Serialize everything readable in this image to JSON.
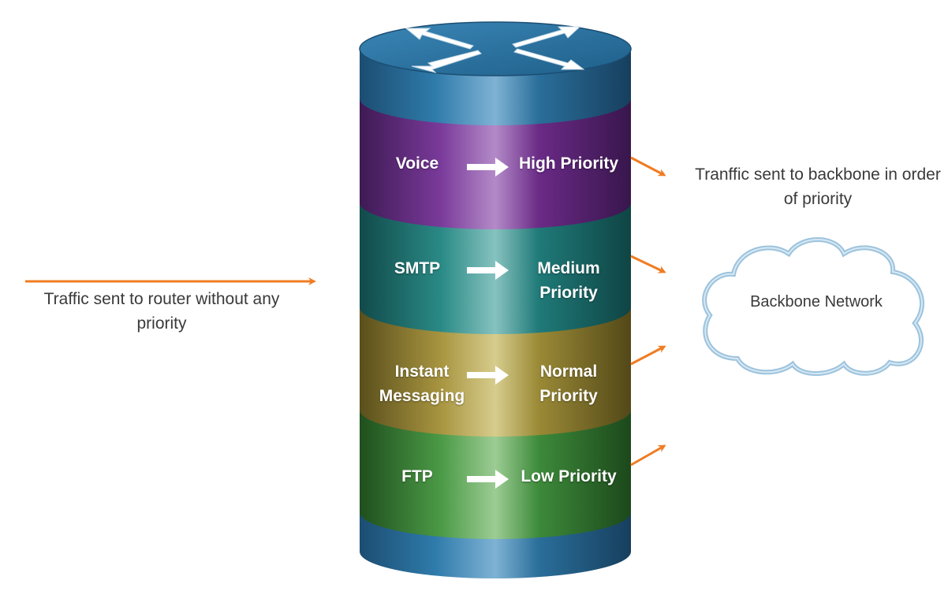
{
  "router": {
    "bands": [
      {
        "application": "Voice",
        "priority": "High Priority",
        "color": "#6a2a86"
      },
      {
        "application": "SMTP",
        "priority": "Medium Priority",
        "color": "#1f7a78"
      },
      {
        "application": "Instant Messaging",
        "priority": "Normal Priority",
        "color": "#9a8a36"
      },
      {
        "application": "FTP",
        "priority": "Low Priority",
        "color": "#3d8a3a"
      }
    ],
    "top_color": "#2a6e9a"
  },
  "labels": {
    "incoming": "Traffic sent to router without any priority",
    "outgoing": "Tranffic sent to backbone in order of priority",
    "cloud": "Backbone Network"
  },
  "colors": {
    "arrow": "#f07c22",
    "cloud_outline": "#9cc3dd"
  },
  "icons": [
    "router-cross-arrows-icon",
    "cloud-icon"
  ]
}
